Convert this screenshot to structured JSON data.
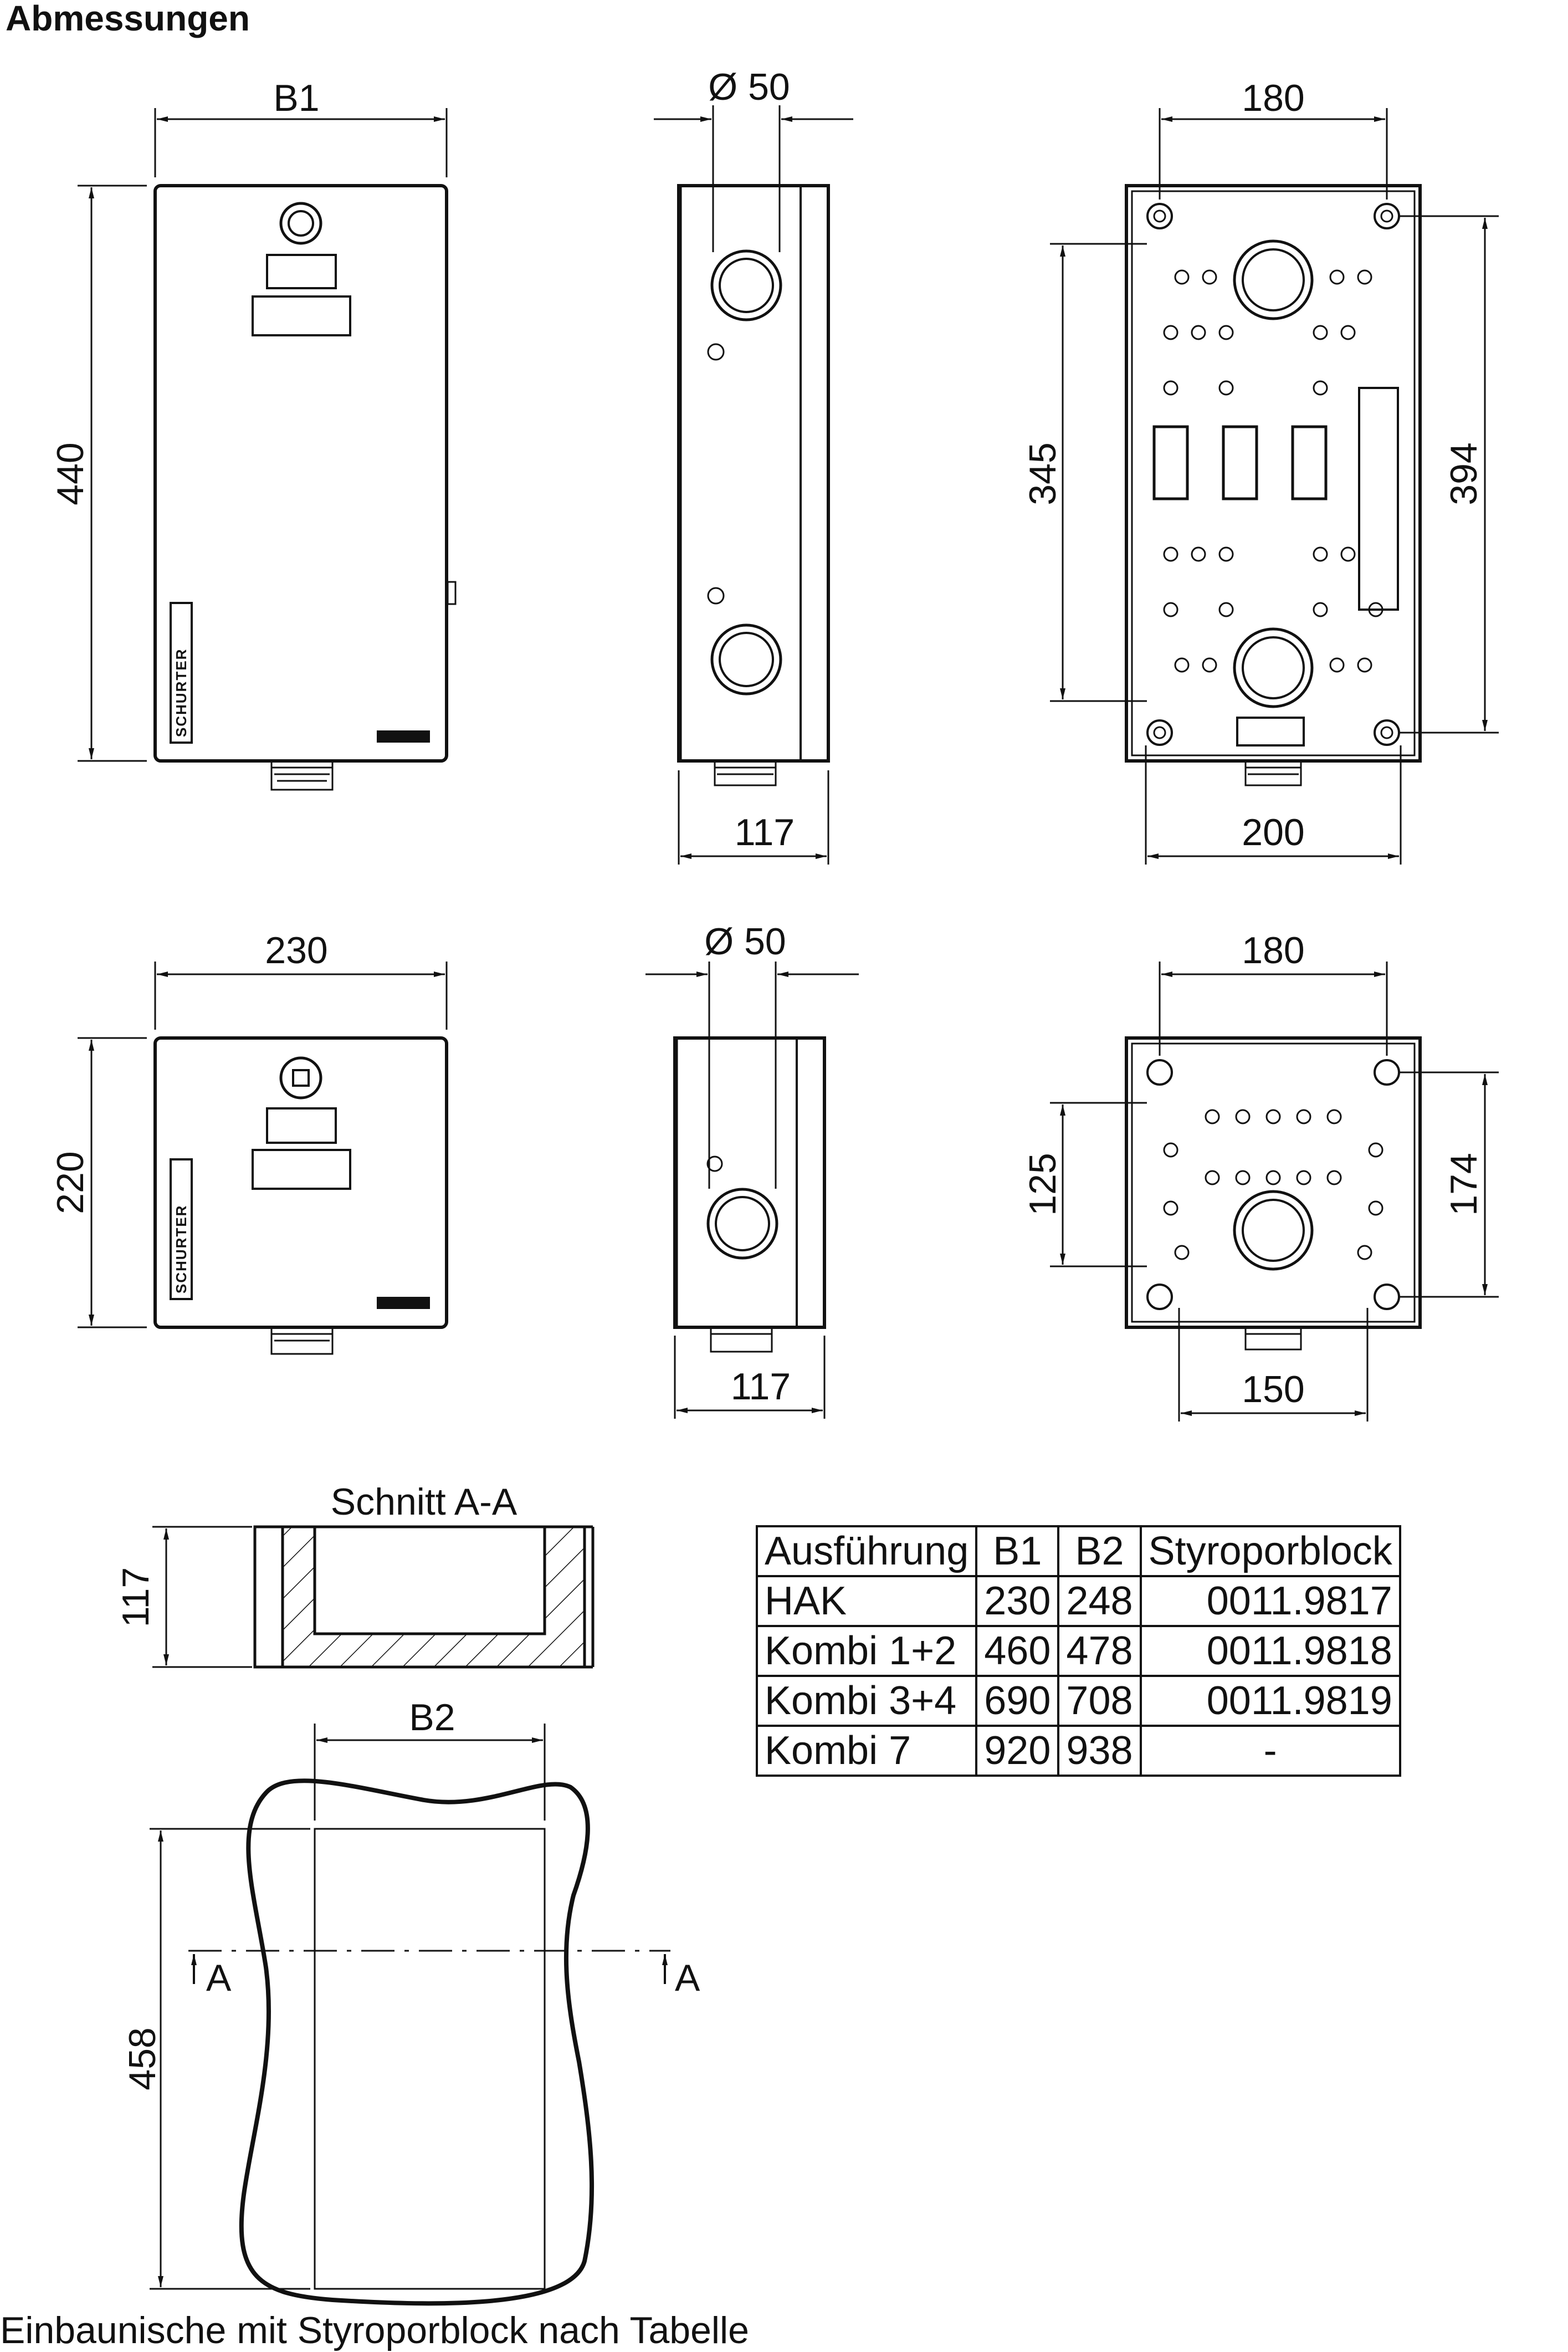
{
  "title": "Abmessungen",
  "views": {
    "front_large": {
      "width_label": "B1",
      "height_label": "440"
    },
    "side_large": {
      "diameter_label": "Ø 50",
      "depth_label": "117"
    },
    "back_large": {
      "top_label": "180",
      "bottom_label": "200",
      "left_label": "345",
      "right_label": "394"
    },
    "front_small": {
      "width_label": "230",
      "height_label": "220"
    },
    "side_small": {
      "diameter_label": "Ø 50",
      "depth_label": "117"
    },
    "back_small": {
      "top_label": "180",
      "bottom_label": "150",
      "left_label": "125",
      "right_label": "174"
    }
  },
  "brand_text": "SCHURTER",
  "section": {
    "title": "Schnitt A-A",
    "depth_label": "117"
  },
  "niche": {
    "width_label": "B2",
    "height_label": "458",
    "cut_left": "A",
    "cut_right": "A"
  },
  "table": {
    "headers": [
      "Ausführung",
      "B1",
      "B2",
      "Styroporblock"
    ],
    "rows": [
      [
        "HAK",
        "230",
        "248",
        "0011.9817"
      ],
      [
        "Kombi 1+2",
        "460",
        "478",
        "0011.9818"
      ],
      [
        "Kombi 3+4",
        "690",
        "708",
        "0011.9819"
      ],
      [
        "Kombi 7",
        "920",
        "938",
        "-"
      ]
    ]
  },
  "caption": "Einbaunische mit Styroporblock nach Tabelle"
}
